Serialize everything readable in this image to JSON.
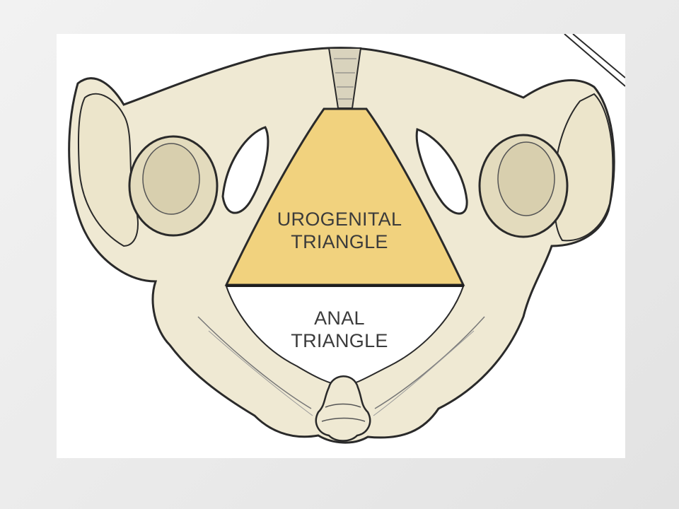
{
  "figure": {
    "labels": {
      "urogenital_line1": "UROGENITAL",
      "urogenital_line2": "TRIANGLE",
      "anal_line1": "ANAL",
      "anal_line2": "TRIANGLE"
    }
  },
  "colors": {
    "urogenital_fill": "#f1d27e",
    "bone_fill": "#efe9d3",
    "bone_outline": "#2a2a2a",
    "anal_fill": "#ffffff"
  }
}
